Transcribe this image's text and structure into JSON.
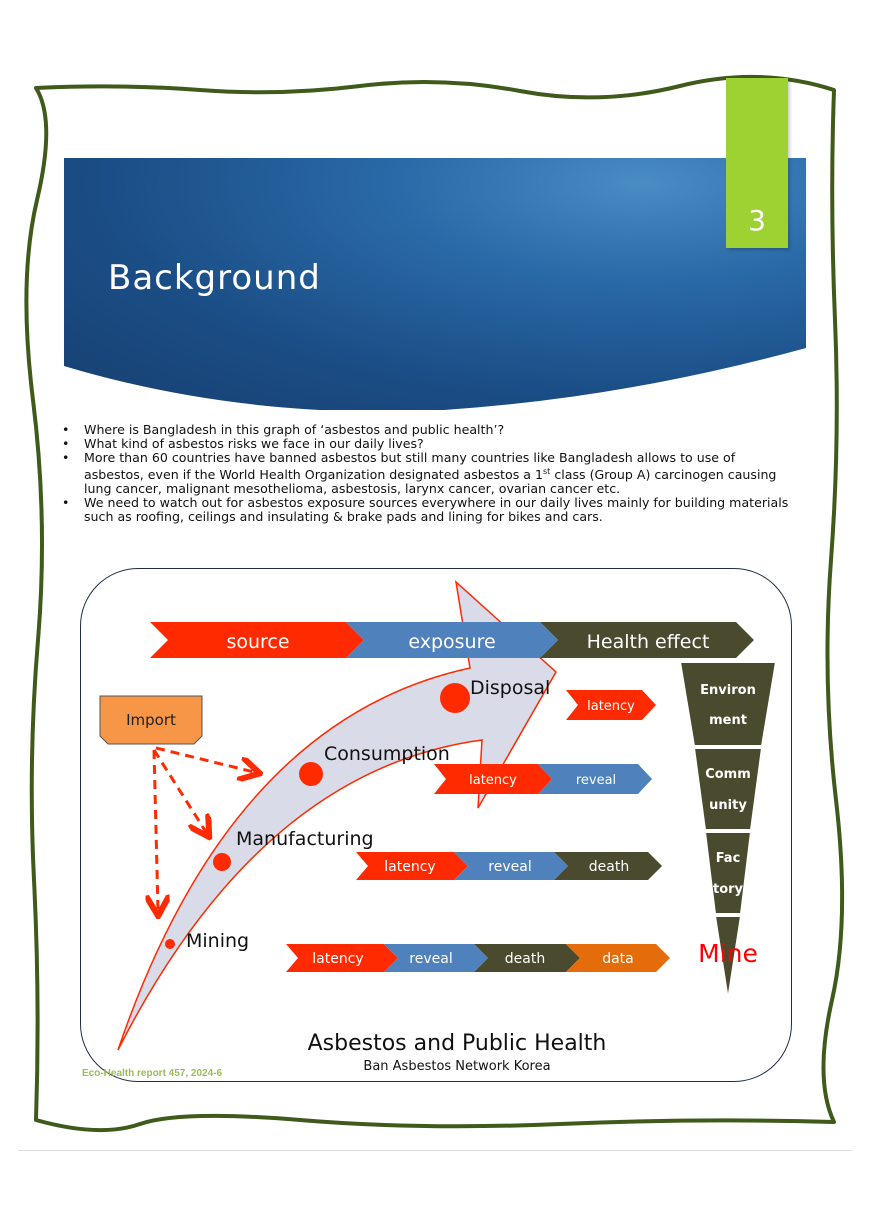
{
  "slide": {
    "page_number": "3",
    "title": "Background"
  },
  "bullets": [
    "Where is Bangladesh in this graph of ‘asbestos and public health’?",
    "What kind of asbestos risks we face in our daily lives?",
    "More than 60 countries have banned asbestos but still many countries like Bangladesh allows to use of asbestos, even if the World Health Organization designated asbestos a 1st class (Group A) carcinogen causing lung cancer, malignant mesothelioma, asbestosis, larynx cancer, ovarian cancer etc.",
    "We need to watch out for asbestos exposure sources everywhere in our daily lives mainly for building materials such as roofing, ceilings and insulating & brake pads and lining for bikes and cars."
  ],
  "diagram": {
    "header_stages": [
      "source",
      "exposure",
      "Health effect"
    ],
    "import_label": "Import",
    "stages": [
      {
        "name": "Disposal",
        "chain": [
          "latency"
        ]
      },
      {
        "name": "Consumption",
        "chain": [
          "latency",
          "reveal"
        ]
      },
      {
        "name": "Manufacturing",
        "chain": [
          "latency",
          "reveal",
          "death"
        ]
      },
      {
        "name": "Mining",
        "chain": [
          "latency",
          "reveal",
          "death",
          "data"
        ]
      }
    ],
    "levels": [
      "Environ ment",
      "Comm unity",
      "Fac tory",
      "Mine"
    ],
    "title": "Asbestos and Public Health",
    "subtitle": "Ban Asbestos Network Korea",
    "footnote": "Eco-Health report 457, 2024-6",
    "colors": {
      "source": "#ff2a00",
      "exposure": "#4f81bd",
      "health": "#4a4a2e",
      "data": "#e46c0a",
      "import": "#f79646",
      "mine_text": "#ff0000",
      "arrow_fill": "#d9dbe9",
      "frame": "#3f5a1a",
      "footnote": "#9bbb59"
    }
  }
}
